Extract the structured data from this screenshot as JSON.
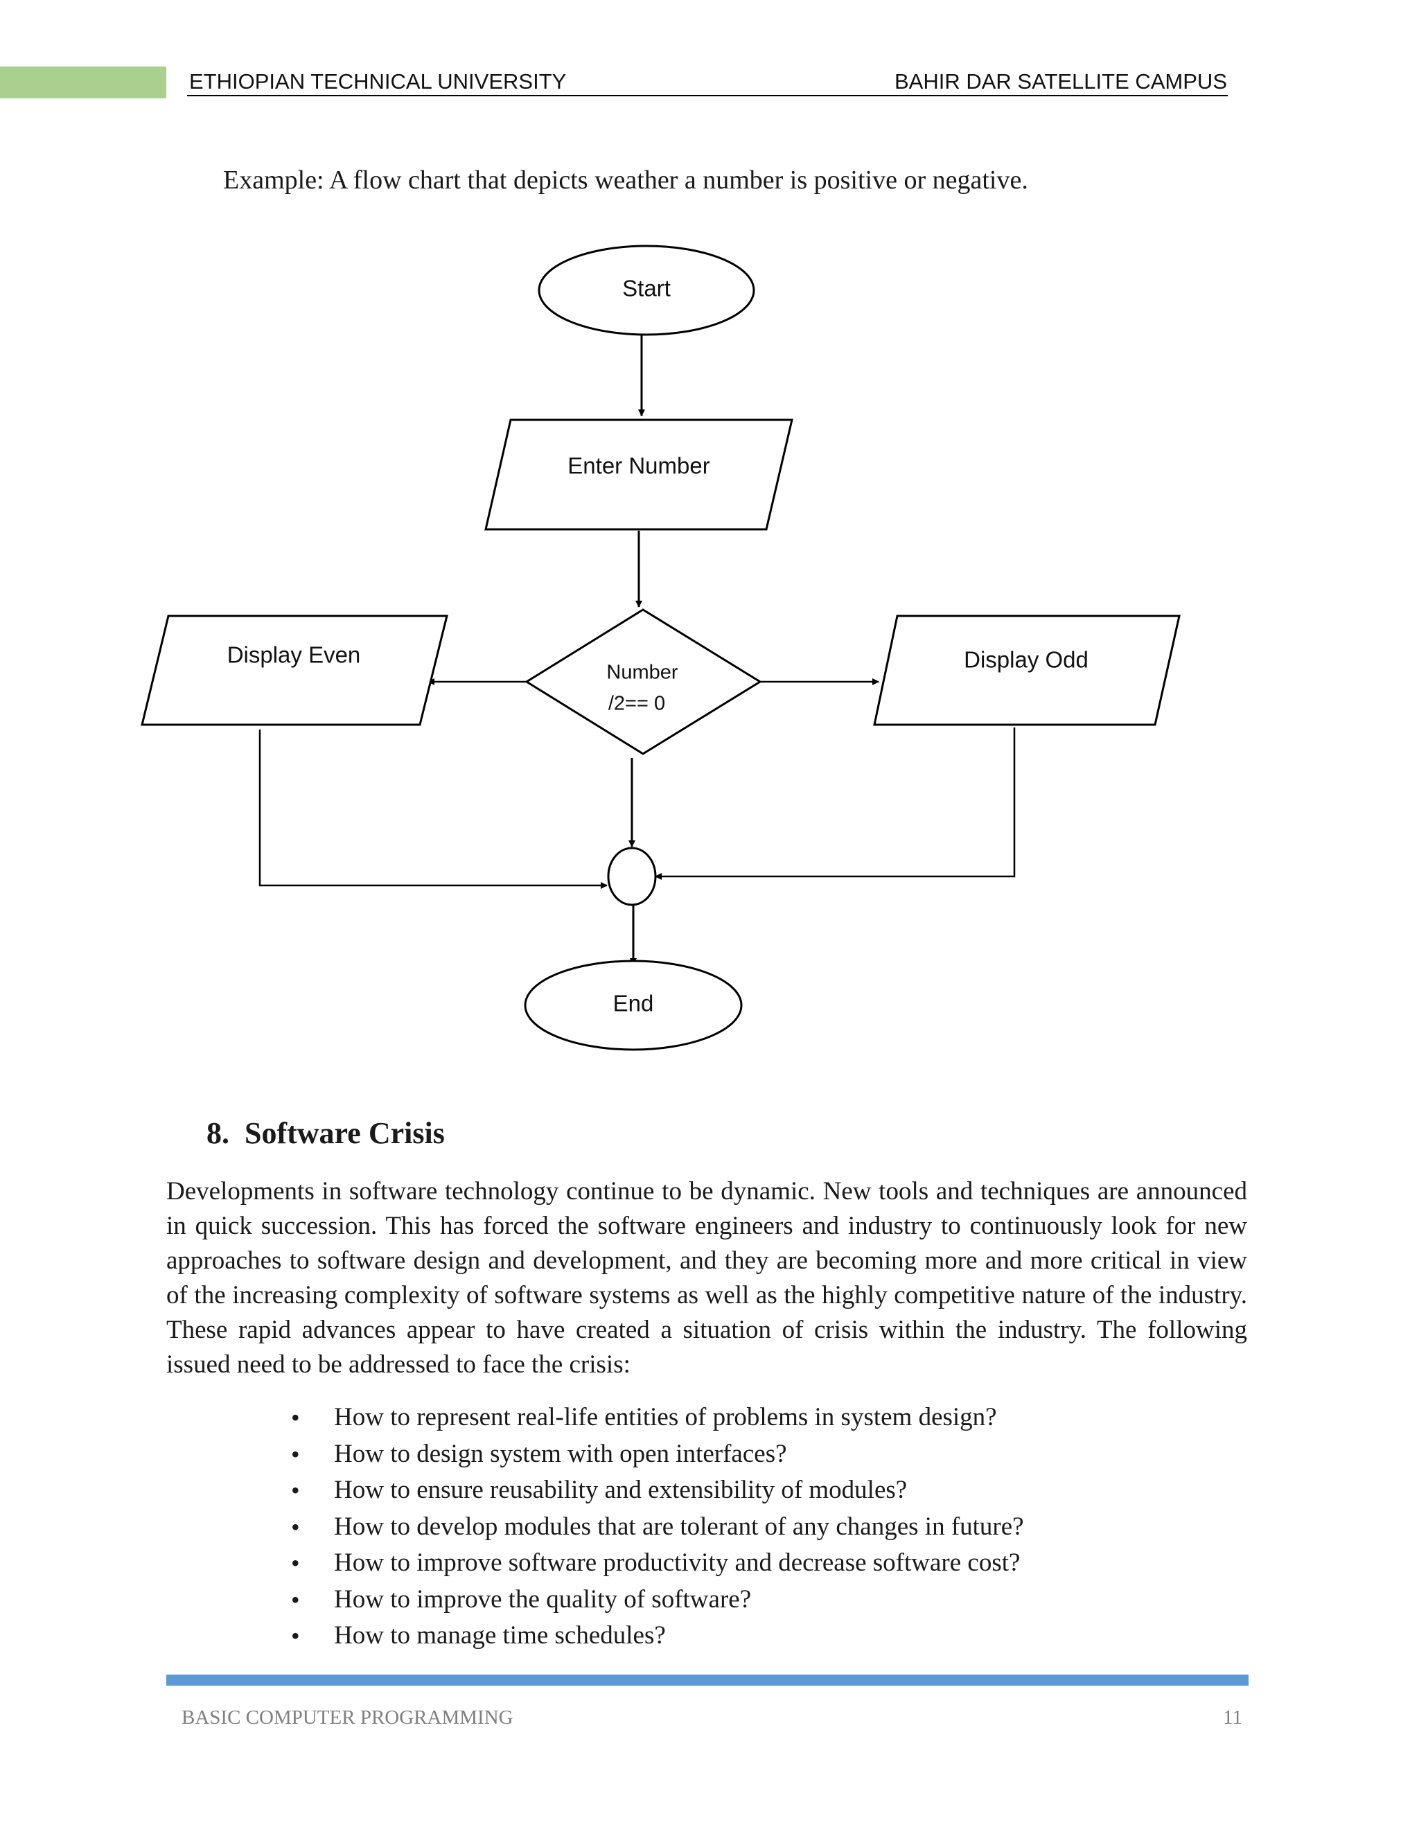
{
  "header": {
    "left": "ETHIOPIAN TECHNICAL UNIVERSITY",
    "right": "BAHIR DAR SATELLITE CAMPUS"
  },
  "intro_text": "Example: A flow chart that depicts weather a number is positive or negative.",
  "flowchart": {
    "start": "Start",
    "input": "Enter Number",
    "decision_line1": "Number",
    "decision_line2": "/2== 0",
    "left_output": "Display Even",
    "right_output": "Display Odd",
    "end": "End"
  },
  "section": {
    "number": "8.",
    "title": "Software Crisis",
    "paragraph": "Developments in software technology continue to be dynamic. New tools and techniques are announced in quick succession. This has forced the software engineers and industry to continuously look for new approaches to software design and development, and they are becoming more and more critical in view of the increasing complexity of software systems as well as the highly competitive nature of the industry. These rapid advances appear to have created a situation of crisis within the industry. The following issued need to be addressed to face the crisis:",
    "bullets": [
      "How to represent real-life entities of problems in system design?",
      "How to design system with open interfaces?",
      "How to ensure reusability and extensibility of modules?",
      "How to develop modules that are tolerant of any changes in future?",
      "How to improve software productivity and decrease software cost?",
      "How to improve the quality of software?",
      "How to manage time schedules?"
    ]
  },
  "footer": {
    "left": "BASIC COMPUTER PROGRAMMING",
    "page_number": "11"
  },
  "colors": {
    "header_tab": "#a9d08e",
    "footer_bar": "#5b9bd5",
    "footer_text": "#7f7f7f"
  }
}
